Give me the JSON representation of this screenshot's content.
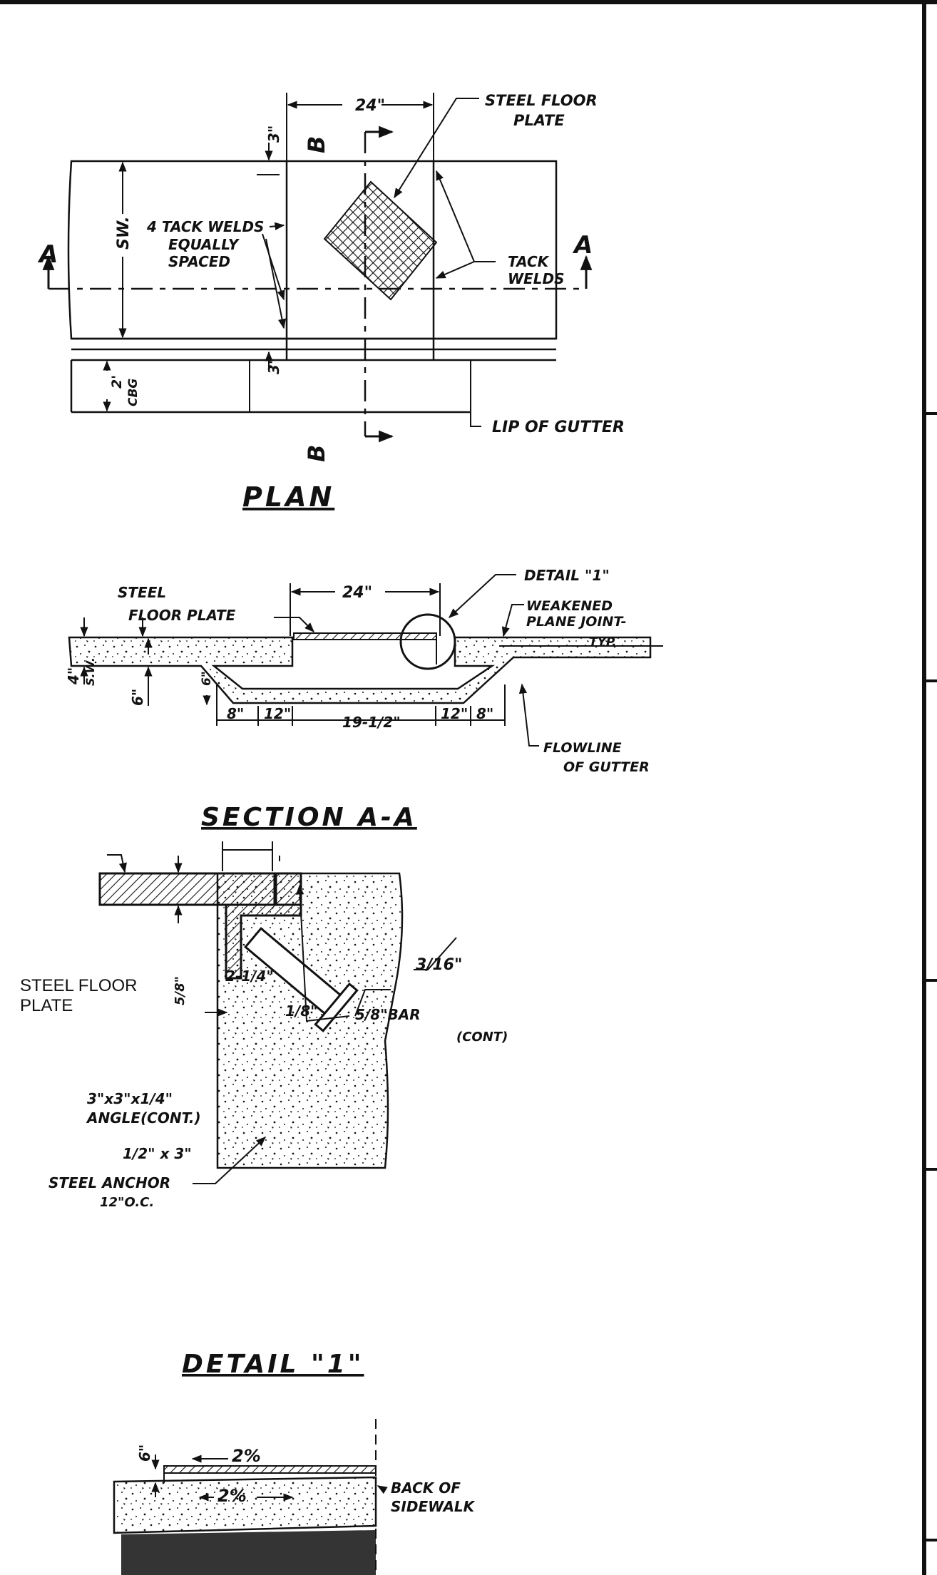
{
  "plan": {
    "title": "PLAN",
    "dim_width": "24\"",
    "dim_top": "3\"",
    "dim_bottom": "3\"",
    "dim_sw": "SW.",
    "dim_cbg_2": "2'",
    "dim_cbg": "CBG",
    "label_steel_floor_plate_1": "STEEL FLOOR",
    "label_steel_floor_plate_2": "PLATE",
    "label_tack_welds_equal_1": "4 TACK WELDS",
    "label_tack_welds_equal_2": "EQUALLY",
    "label_tack_welds_equal_3": "SPACED",
    "label_tack_welds_1": "TACK",
    "label_tack_welds_2": "WELDS",
    "label_lip_of_gutter": "LIP OF GUTTER",
    "section_mark_a": "A",
    "section_mark_b": "B"
  },
  "section_aa": {
    "title": "SECTION A-A",
    "label_steel_1": "STEEL",
    "label_steel_2": "FLOOR PLATE",
    "dim_width": "24\"",
    "label_detail_1": "DETAIL \"1\"",
    "label_weakened_1": "WEAKENED",
    "label_weakened_2": "PLANE JOINT-",
    "label_weakened_3": "TYP.",
    "dim_sw_4": "4\"",
    "dim_sw_label": "S.W.",
    "dim_6_left": "6\"",
    "dim_6_inner": "6\"",
    "dim_8_left": "8\"",
    "dim_12_left": "12\"",
    "dim_19": "19-1/2\"",
    "dim_12_right": "12\"",
    "dim_8_right": "8\"",
    "label_flowline_1": "FLOWLINE",
    "label_flowline_2": "OF GUTTER"
  },
  "detail_1": {
    "title": "DETAIL \"1\"",
    "label_steel_floor_1": "STEEL FLOOR",
    "label_steel_floor_2": "PLATE",
    "dim_5_8": "5/8\"",
    "dim_2_1_4": "2-1/4\"",
    "dim_1_8": "1/8\"",
    "weld_3_16": "3/16\"",
    "label_bar_1": "5/8\"BAR",
    "label_bar_2": "(CONT)",
    "label_angle_1": "3\"x3\"x1/4\"",
    "label_angle_2": "ANGLE(CONT.)",
    "label_anchor_1": "1/2\" x 3\"",
    "label_anchor_2": "STEEL ANCHOR",
    "label_anchor_3": "12\"O.C."
  },
  "section_bb": {
    "dim_6": "6\"",
    "slope_top": "2%",
    "slope_bottom": "2%",
    "label_back_1": "BACK OF",
    "label_back_2": "SIDEWALK"
  }
}
